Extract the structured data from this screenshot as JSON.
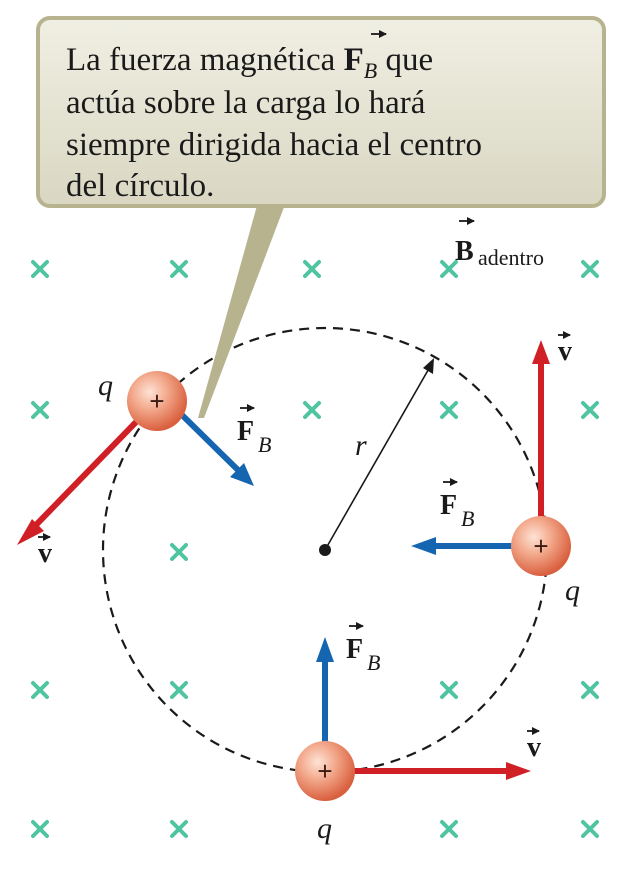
{
  "callout": {
    "line1_a": "La fuerza magnética ",
    "line1_vec": "F",
    "line1_sub": "B",
    "line1_b": " que",
    "line2": "actúa sobre la carga lo hará",
    "line3": "siempre dirigida hacia el centro",
    "line4": "del círculo."
  },
  "field_label": {
    "symbol": "B",
    "subscript": "adentro"
  },
  "radius_label": "r",
  "charge": {
    "symbol": "q",
    "sign": "+"
  },
  "force_label": {
    "symbol": "F",
    "subscript": "B"
  },
  "velocity_label": "v",
  "colors": {
    "force_arrow": "#1565b0",
    "velocity_arrow": "#d11f26",
    "field_marker": "#4fc4a0",
    "callout_fill": "#e8e6d6",
    "callout_border": "#b7b38f",
    "charge_fill": "#f09a7c"
  },
  "icons": {
    "field_marker": "x-mark-icon",
    "vector_hat": "vector-arrow-icon"
  }
}
